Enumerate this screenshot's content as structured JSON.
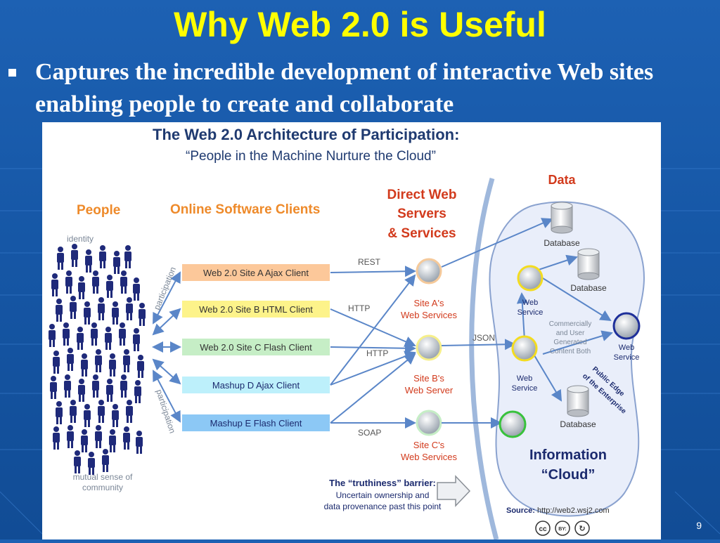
{
  "slide": {
    "title": "Why Web 2.0 is Useful",
    "bullet": "Captures the incredible development of interactive Web sites enabling people to create and collaborate",
    "page_number": "9"
  },
  "diagram": {
    "title": "The Web 2.0 Architecture of Participation:",
    "subtitle": "“People in the Machine Nurture the Cloud”",
    "people": {
      "heading": "People",
      "identity": "identity",
      "community": [
        "mutual sense of",
        "community"
      ],
      "participation": "participation"
    },
    "clients": {
      "heading": "Online Software Clients",
      "items": [
        {
          "label": "Web 2.0 Site A Ajax Client",
          "color": "#fcc89a"
        },
        {
          "label": "Web 2.0 Site B HTML Client",
          "color": "#fdf38a"
        },
        {
          "label": "Web 2.0 Site C Flash Client",
          "color": "#c6eec6"
        },
        {
          "label": "Mashup D Ajax Client",
          "color": "#bdf0fb"
        },
        {
          "label": "Mashup E Flash Client",
          "color": "#8cc8f5"
        }
      ]
    },
    "protocols": {
      "rest": "REST",
      "http1": "HTTP",
      "http2": "HTTP",
      "soap": "SOAP",
      "json": "JSON"
    },
    "servers": {
      "heading": [
        "Direct Web",
        "Servers",
        "& Services"
      ],
      "a": [
        "Site A's",
        "Web Services"
      ],
      "b": [
        "Site B's",
        "Web Server"
      ],
      "c": [
        "Site C's",
        "Web Services"
      ]
    },
    "data": {
      "heading": "Data",
      "database": "Database",
      "web": "Web",
      "service": "Service",
      "commercial": [
        "Commercially",
        "and User",
        "Generated",
        "Content Both"
      ],
      "public_edge": [
        "Public Edge",
        "of the Enterprise"
      ],
      "cloud": [
        "Information",
        "“Cloud”"
      ]
    },
    "barrier": {
      "title": "The “truthiness” barrier:",
      "lines": [
        "Uncertain ownership and",
        "data provenance past this point"
      ]
    },
    "source": {
      "label": "Source:",
      "url": "http://web2.wsj2.com"
    },
    "license_icons": [
      "cc",
      "BY:",
      "↻"
    ],
    "colors": {
      "orange": "#ee8a2a",
      "red": "#d23a1c",
      "navy": "#1b2a6e",
      "arrow": "#5a86c8"
    }
  }
}
